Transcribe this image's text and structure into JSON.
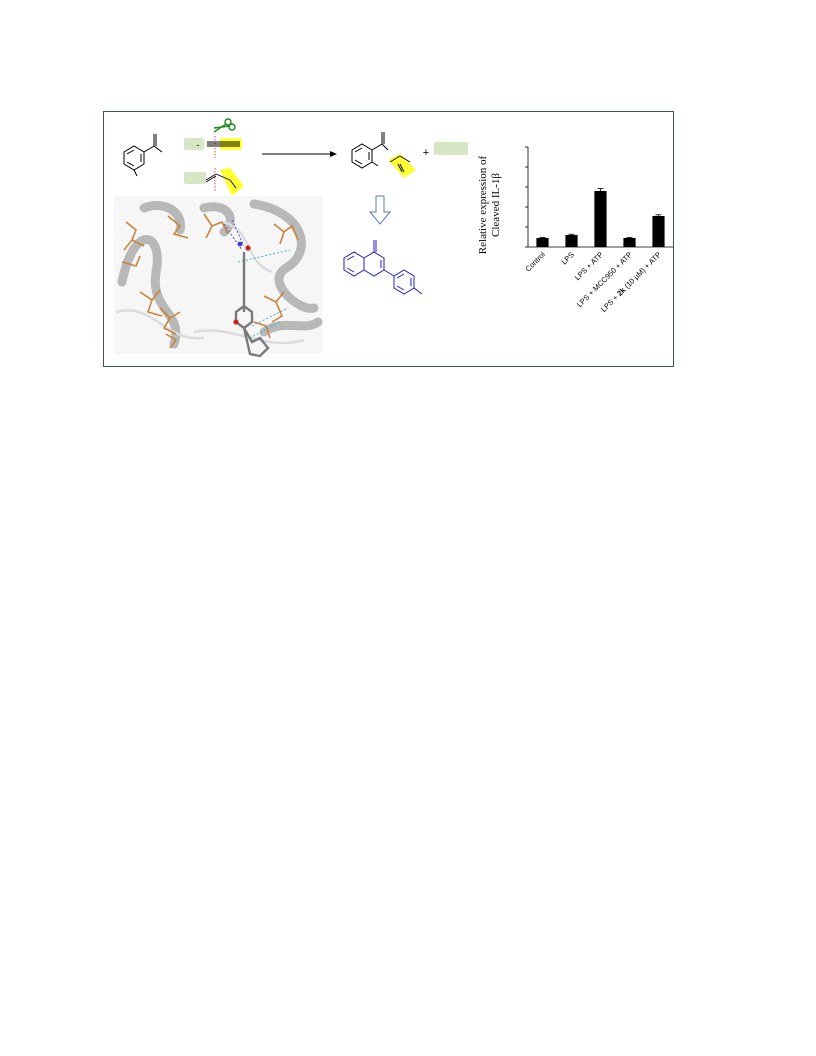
{
  "figure": {
    "plus_sign": "+",
    "minus_sign": "-",
    "colors": {
      "frame": "#3a4f7d",
      "highlight_yellow": "#ffff33",
      "highlight_green": "#d4e6c4",
      "product_blue": "#1f1fd6",
      "residue_orange": "#c8843c",
      "scissors_green": "#1a8a1a",
      "arrow_blue": "#5a7bb8"
    },
    "icons": [
      "scissors-icon",
      "reaction-arrow-icon",
      "down-arrow-icon"
    ]
  },
  "chart_data": {
    "type": "bar",
    "categories": [
      "Control",
      "LPS",
      "LPS + ATP",
      "LPS + MCC950 + ATP",
      "LPS + 2k (10 µM) + ATP"
    ],
    "category_parts": [
      {
        "pre": "Control",
        "bold": "",
        "post": ""
      },
      {
        "pre": "LPS",
        "bold": "",
        "post": ""
      },
      {
        "pre": "LPS + ATP",
        "bold": "",
        "post": ""
      },
      {
        "pre": "LPS + MCC950 + ATP",
        "bold": "",
        "post": ""
      },
      {
        "pre": "LPS + ",
        "bold": "2k",
        "post": " (10 µM) + ATP"
      }
    ],
    "values": [
      0.45,
      0.6,
      2.8,
      0.45,
      1.55
    ],
    "errors": [
      0.03,
      0.04,
      0.12,
      0.03,
      0.06
    ],
    "ylabel": "Relative expression of Cleaved IL-1β",
    "ylabel_line1": "Relative expression of",
    "ylabel_line2": "Cleaved IL-1β",
    "ylim": [
      0,
      5
    ],
    "ytick_count": 6,
    "grid": false,
    "bar_color": "#000000"
  }
}
